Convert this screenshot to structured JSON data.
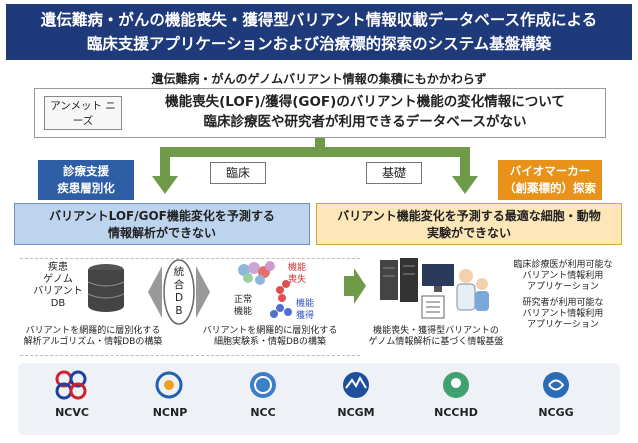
{
  "title": {
    "line1": "遺伝難病・がんの機能喪失・獲得型バリアント情報収載データベース作成による",
    "line2": "臨床支援アプリケーションおよび治療標的探索のシステム基盤構築"
  },
  "subtitle": "遺伝難病・がんのゲノムバリアント情報の集積にもかかわらず",
  "unmet": {
    "label": "アンメット ニーズ",
    "text_line1": "機能喪失(LOF)/獲得(GOF)のバリアント機能の変化情報について",
    "text_line2": "臨床診療医や研究者が利用できるデータベースがない"
  },
  "left_tag": {
    "line1": "診療支援",
    "line2": "疾患層別化"
  },
  "right_tag": {
    "line1": "バイオマーカー",
    "line2": "（創薬標的）探索"
  },
  "clinical_label": "臨床",
  "basic_label": "基礎",
  "left_problem": {
    "line1": "バリアントLOF/GOF機能変化を予測する",
    "line2": "情報解析ができない"
  },
  "right_problem": {
    "line1": "バリアント機能変化を予測する最適な細胞・動物",
    "line2": "実験ができない"
  },
  "db_labels": {
    "l1": "疾患",
    "l2": "ゲノム",
    "l3": "バリアント",
    "l4": "DB"
  },
  "left_caption": {
    "line1": "バリアントを網羅的に層別化する",
    "line2": "解析アルゴリズム・情報DBの構築"
  },
  "integrated_db": {
    "c1": "統",
    "c2": "合",
    "c3": "D",
    "c4": "B"
  },
  "cell_labels": {
    "loss": "機能\n喪失",
    "loss1": "機能",
    "loss2": "喪失",
    "normal1": "正常",
    "normal2": "機能",
    "gain1": "機能",
    "gain2": "獲得"
  },
  "mid_caption": {
    "line1": "バリアントを網羅的に層別化する",
    "line2": "細胞実験系・情報DBの構築"
  },
  "right_caption": {
    "line1": "機能喪失・獲得型バリアントの",
    "line2": "ゲノム情報解析に基づく情報基盤"
  },
  "apps": {
    "a1": "臨床診療医が利用可能な",
    "a2": "バリアント情報利用",
    "a3": "アプリケーション",
    "b1": "研究者が利用可能な",
    "b2": "バリアント情報利用",
    "b3": "アプリケーション"
  },
  "institutions": [
    "NCVC",
    "NCNP",
    "NCC",
    "NCGM",
    "NCCHD",
    "NCGG"
  ],
  "colors": {
    "navy": "#1f3a7a",
    "blue": "#2e5fa6",
    "orange": "#e9921a",
    "lightblue": "#bcd4ee",
    "lightorange": "#fde7b8",
    "arrow": "#6e9a4a"
  }
}
